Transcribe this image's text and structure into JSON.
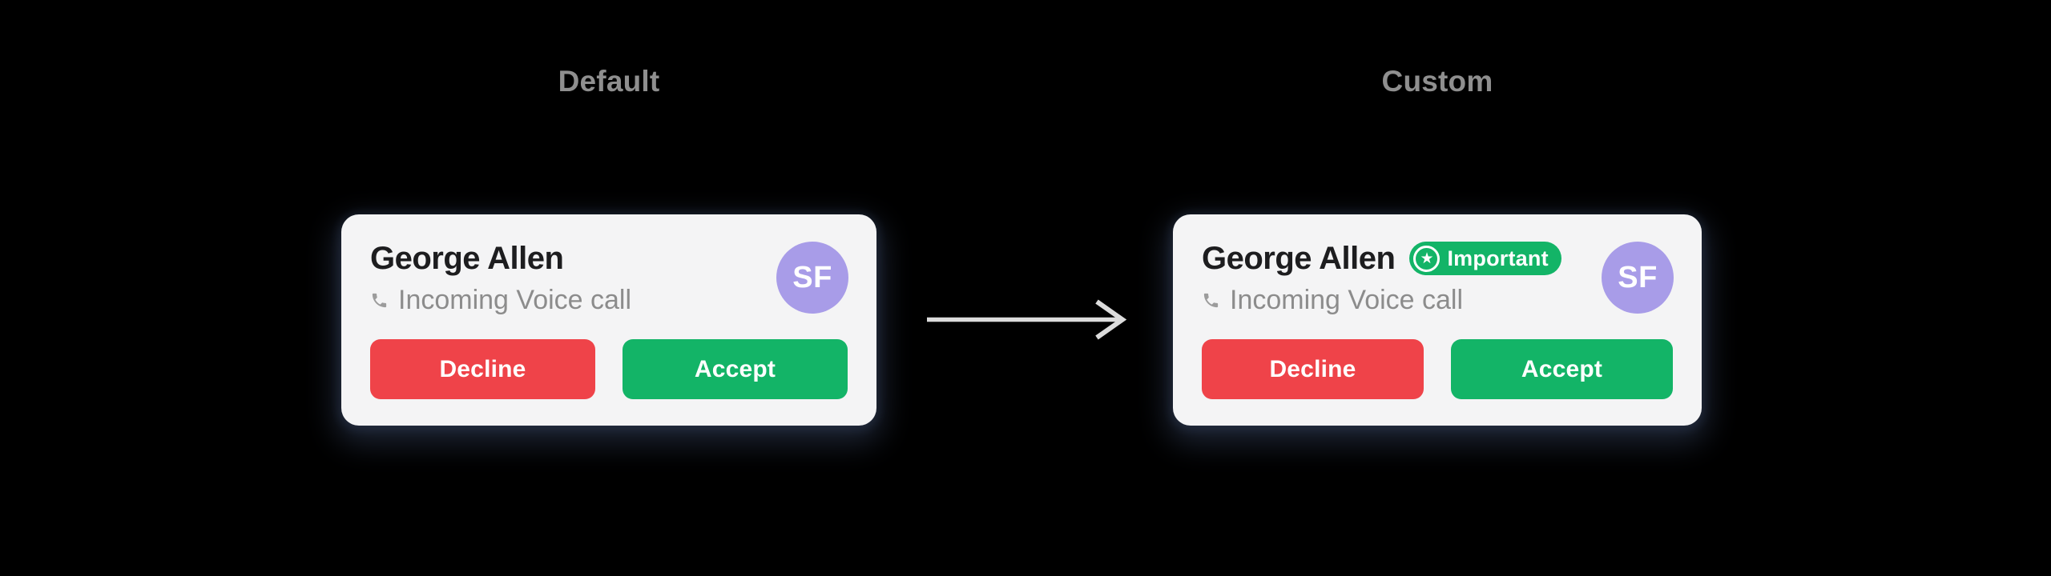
{
  "page": {
    "background": "#000000"
  },
  "colors": {
    "bg": "#000000",
    "card-bg": "#f4f4f5",
    "title": "#8f8f8f",
    "name": "#1d1d1f",
    "muted": "#8c8c8c",
    "icon-gray": "#9c9c9c",
    "red": "#EF4349",
    "green": "#13B467",
    "purple": "#A89CE8",
    "arrow": "#dcdcdc",
    "white": "#ffffff"
  },
  "sections": {
    "default": {
      "title": "Default"
    },
    "custom": {
      "title": "Custom"
    }
  },
  "cards": {
    "default": {
      "name": "George Allen",
      "subtitle": "Incoming Voice call",
      "avatar_initials": "SF",
      "decline_label": "Decline",
      "accept_label": "Accept"
    },
    "custom": {
      "name": "George Allen",
      "badge_label": "Important",
      "subtitle": "Incoming Voice call",
      "avatar_initials": "SF",
      "decline_label": "Decline",
      "accept_label": "Accept"
    }
  },
  "icons": {
    "star_glyph": "★"
  }
}
